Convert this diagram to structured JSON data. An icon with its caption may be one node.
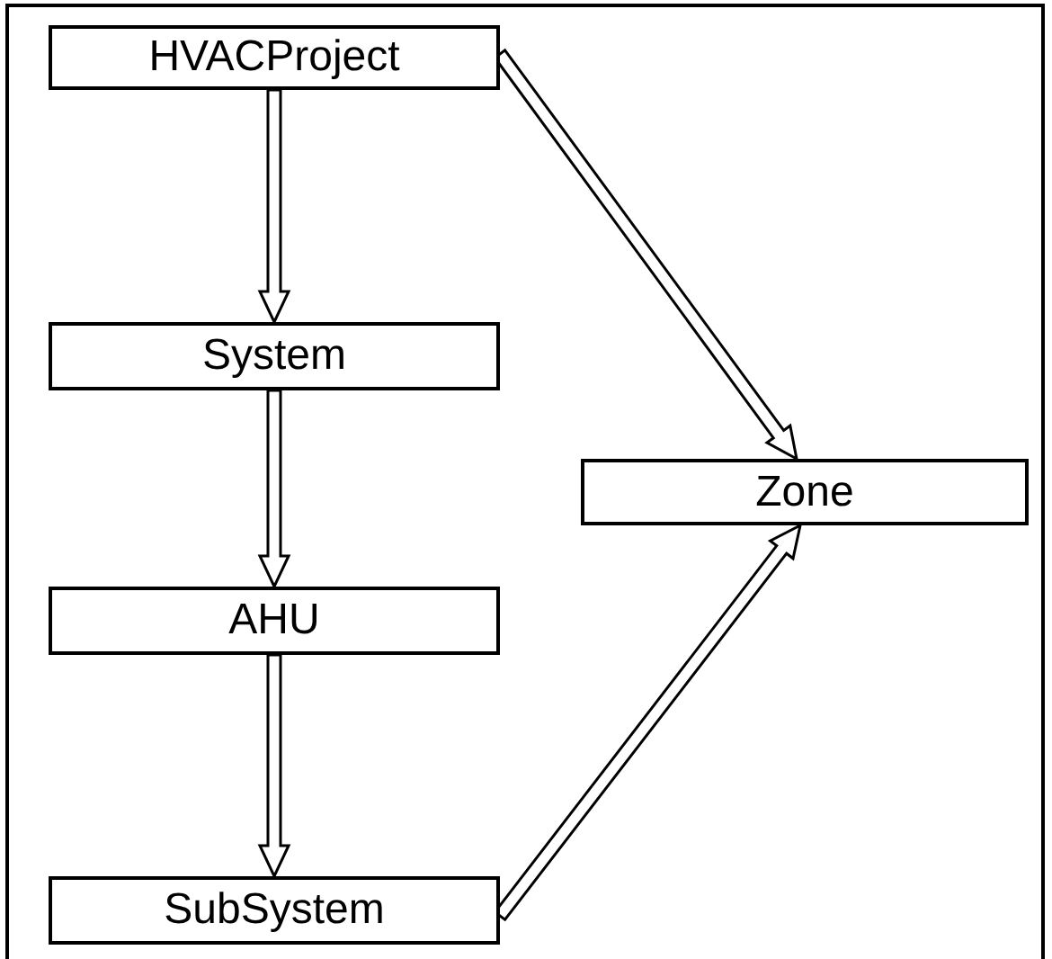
{
  "diagram": {
    "nodes": [
      {
        "text": [
          "HVACProject"
        ]
      },
      {
        "text": [
          "System"
        ]
      },
      {
        "text": [
          "AHU"
        ]
      },
      {
        "text": [
          "SubSystem"
        ]
      },
      {
        "text": [
          "Zone"
        ]
      }
    ],
    "edges": [
      {
        "from": 0,
        "to": 1,
        "arrow": "to"
      },
      {
        "from": 1,
        "to": 2,
        "arrow": "to"
      },
      {
        "from": 2,
        "to": 3,
        "arrow": "to"
      },
      {
        "from": 0,
        "to": 4,
        "arrow": "to"
      },
      {
        "from": 3,
        "to": 4,
        "arrow": "to"
      }
    ]
  }
}
